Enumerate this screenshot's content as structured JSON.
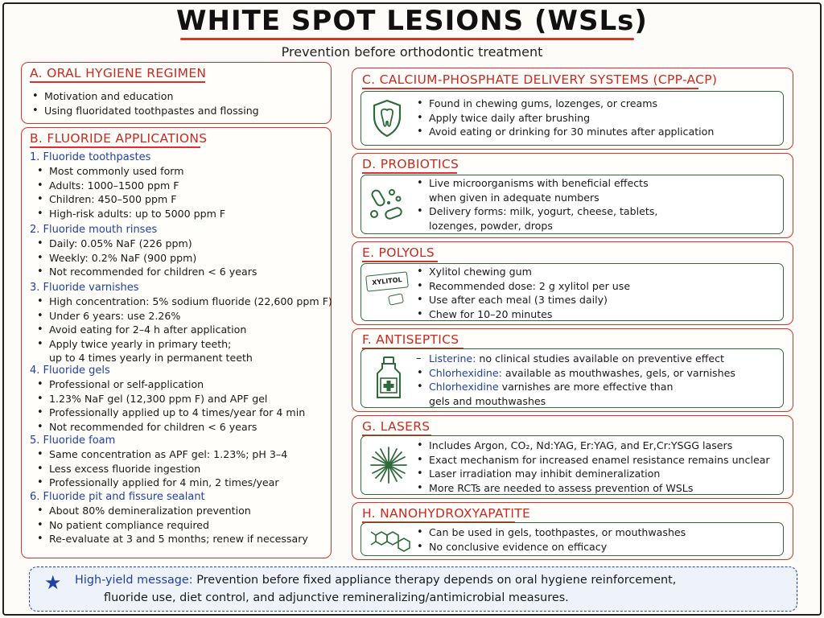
{
  "title": "WHITE SPOT LESIONS (WSLs)",
  "subtitle": "Prevention before orthodontic treatment",
  "sectionA": {
    "heading": "A. ORAL HYGIENE REGIMEN",
    "items": [
      "Motivation and education",
      "Using fluoridated toothpastes and flossing"
    ]
  },
  "sectionB": {
    "heading": "B. FLUORIDE APPLICATIONS",
    "groups": [
      {
        "title": "1. Fluoride toothpastes",
        "items": [
          "Most commonly used form",
          "Adults: 1000–1500 ppm F",
          "Children: 450–500 ppm F",
          "High-risk adults: up to 5000 ppm F"
        ]
      },
      {
        "title": "2. Fluoride mouth rinses",
        "items": [
          "Daily: 0.05% NaF (226 ppm)",
          "Weekly: 0.2% NaF (900 ppm)",
          "Not recommended for children < 6 years"
        ]
      },
      {
        "title": "3. Fluoride varnishes",
        "items": [
          "High concentration: 5% sodium fluoride (22,600 ppm F)",
          "Under 6 years: use 2.26%",
          "Avoid eating for 2–4 h after application",
          "Apply twice yearly in primary teeth;",
          "up to 4 times yearly in permanent teeth"
        ]
      },
      {
        "title": "4. Fluoride gels",
        "items": [
          "Professional or self-application",
          "1.23% NaF gel (12,300 ppm F) and APF gel",
          "Professionally applied up to 4 times/year for 4 min",
          "Not recommended for children < 6 years"
        ]
      },
      {
        "title": "5. Fluoride foam",
        "items": [
          "Same concentration as APF gel: 1.23%; pH 3–4",
          "Less excess fluoride ingestion",
          "Professionally applied for 4 min, 2 times/year"
        ]
      },
      {
        "title": "6. Fluoride pit and fissure sealant",
        "items": [
          "About 80% demineralization prevention",
          "No patient compliance required",
          "Re-evaluate at 3 and 5 months; renew if necessary"
        ]
      }
    ]
  },
  "sectionC": {
    "heading": "C. CALCIUM-PHOSPHATE DELIVERY SYSTEMS (CPP-ACP)",
    "icon": "tooth-shield-icon",
    "items": [
      "Found in chewing gums, lozenges, or creams",
      "Apply twice daily after brushing",
      "Avoid eating or drinking for 30 minutes after application"
    ]
  },
  "sectionD": {
    "heading": "D. PROBIOTICS",
    "icon": "bacteria-icon",
    "items": [
      "Live microorganisms with beneficial effects",
      "when given in adequate numbers",
      "Delivery forms: milk, yogurt, cheese, tablets,",
      "lozenges, powder, drops"
    ]
  },
  "sectionE": {
    "heading": "E. POLYOLS",
    "icon": "xylitol-gum-icon",
    "gum_label": "XYLITOL",
    "items": [
      "Xylitol chewing gum",
      "Recommended dose: 2 g xylitol per use",
      "Use after each meal (3 times daily)",
      "Chew for 10–20 minutes"
    ]
  },
  "sectionF": {
    "heading": "F. ANTISEPTICS",
    "icon": "antiseptic-bottle-icon",
    "items": [
      {
        "term": "Listerine:",
        "text": " no clinical studies available on preventive effect"
      },
      {
        "term": "Chlorhexidine:",
        "text": " available as mouthwashes, gels, or varnishes"
      },
      {
        "term": "Chlorhexidine",
        "text": " varnishes are more effective than"
      },
      {
        "term": "",
        "text": "gels and mouthwashes"
      }
    ]
  },
  "sectionG": {
    "heading": "G. LASERS",
    "icon": "laser-burst-icon",
    "items": [
      "Includes Argon, CO₂, Nd:YAG, Er:YAG, and Er,Cr:YSGG lasers",
      "Exact mechanism for increased enamel resistance remains unclear",
      "Laser irradiation may inhibit demineralization",
      "More RCTs are needed to assess prevention of WSLs"
    ]
  },
  "sectionH": {
    "heading": "H. NANOHYDROXYAPATITE",
    "icon": "molecule-icon",
    "items": [
      "Can be used in gels, toothpastes, or mouthwashes",
      "No conclusive evidence on efficacy"
    ]
  },
  "highYield": {
    "label": "High-yield message:",
    "line1": " Prevention before fixed appliance therapy depends on oral hygiene reinforcement,",
    "line2": "fluoride use, diet control, and adjunctive remineralizing/antimicrobial measures."
  },
  "colors": {
    "accent_red": "#d9322a",
    "accent_blue": "#2140a8",
    "accent_green": "#2f6b3a"
  }
}
